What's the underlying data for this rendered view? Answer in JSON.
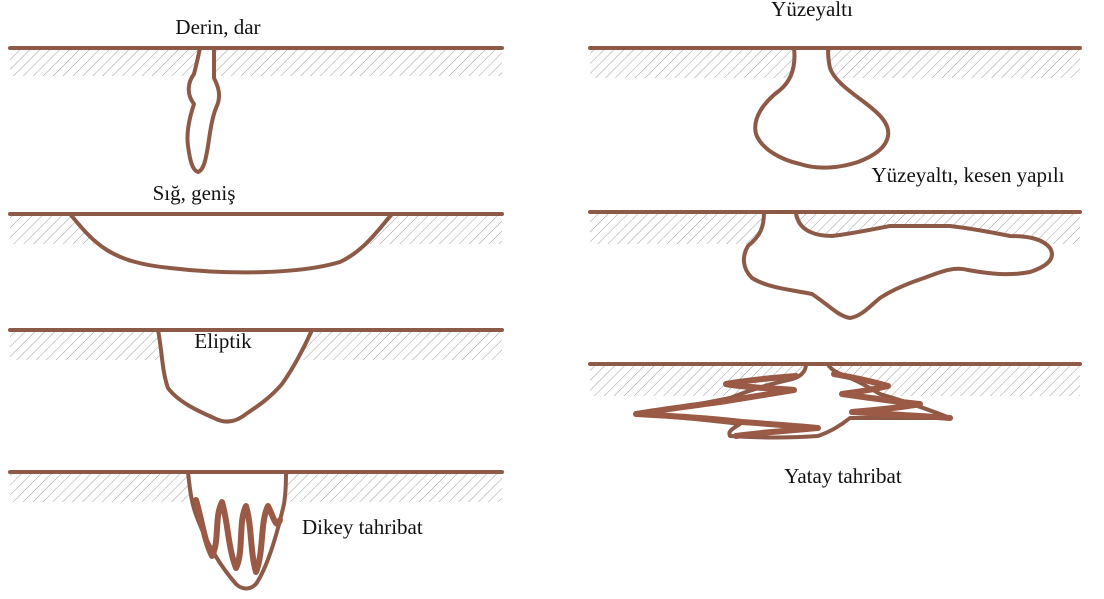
{
  "colors": {
    "outline": "#8e5a48",
    "hatch": "#9c9c9c",
    "text": "#111111",
    "background": "#ffffff"
  },
  "labels": {
    "deep_narrow": "Derin, dar",
    "shallow_wide": "Sığ, geniş",
    "elliptic": "Eliptik",
    "vertical_damage": "Dikey tahribat",
    "subsurface": "Yüzeyaltı",
    "subsurface_cutting": "Yüzeyaltı, kesen yapılı",
    "horizontal_damage": "Yatay tahribat"
  }
}
